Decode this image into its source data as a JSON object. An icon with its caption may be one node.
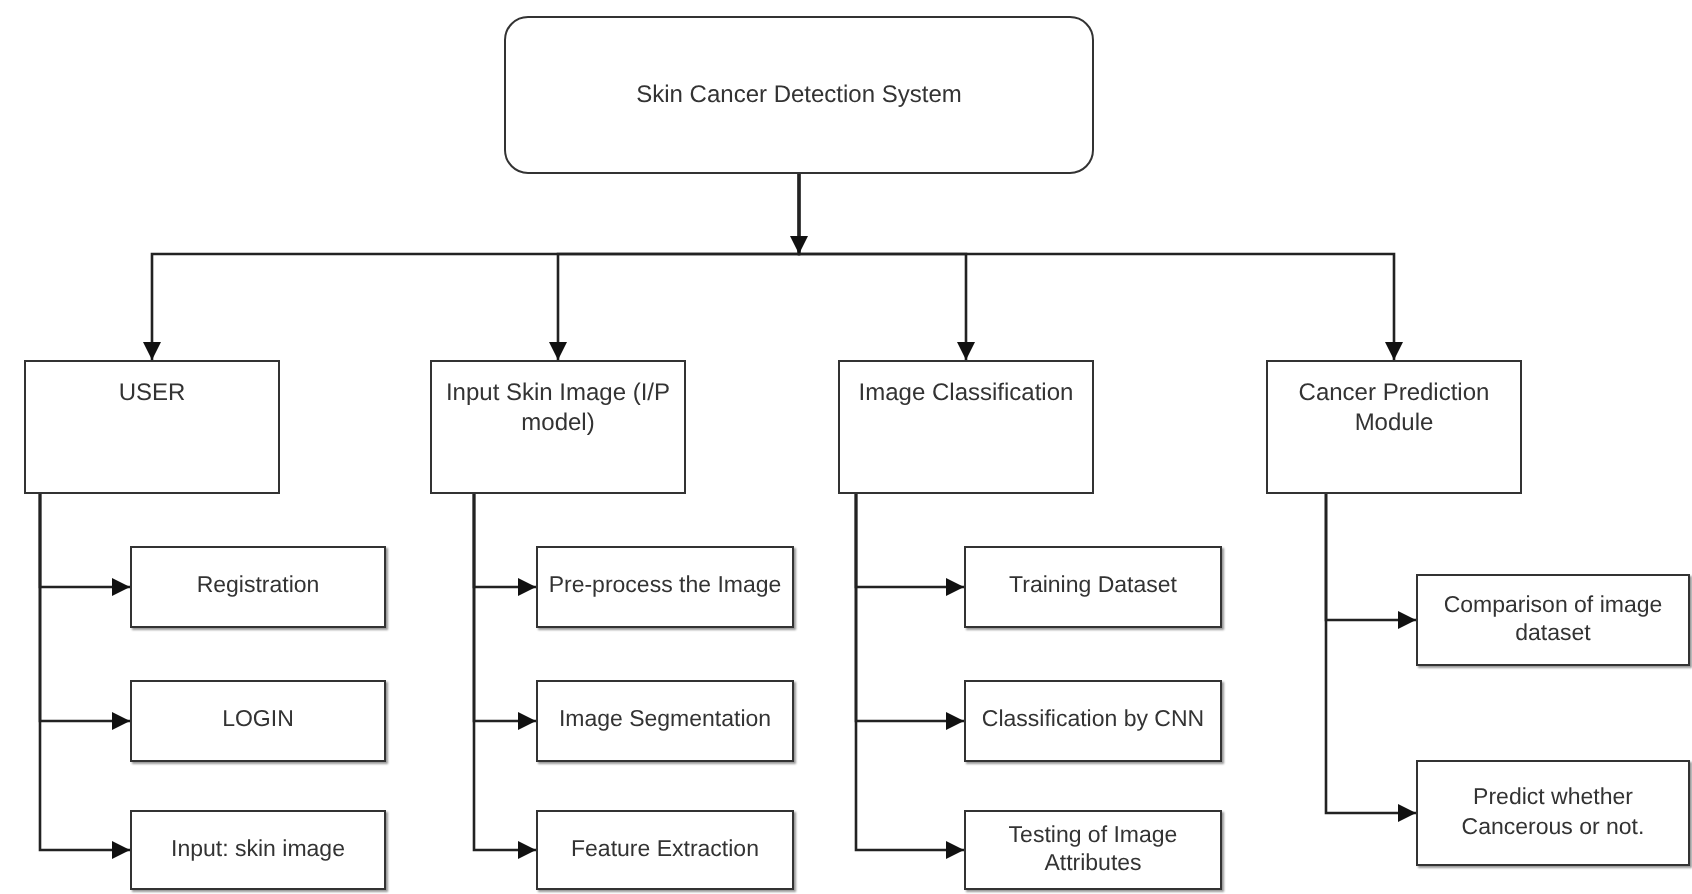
{
  "diagram": {
    "nodes": [
      {
        "text": [
          "Skin Cancer Detection System"
        ]
      },
      {
        "text": [
          "USER"
        ]
      },
      {
        "text": [
          "Input Skin Image (I/P model)"
        ]
      },
      {
        "text": [
          "Image Classification"
        ]
      },
      {
        "text": [
          "Cancer Prediction Module"
        ]
      },
      {
        "text": [
          "Registration"
        ]
      },
      {
        "text": [
          "LOGIN"
        ]
      },
      {
        "text": [
          "Input: skin image"
        ]
      },
      {
        "text": [
          "Pre-process the Image"
        ]
      },
      {
        "text": [
          "Image Segmentation"
        ]
      },
      {
        "text": [
          "Feature Extraction"
        ]
      },
      {
        "text": [
          "Training Dataset"
        ]
      },
      {
        "text": [
          "Classification by CNN"
        ]
      },
      {
        "text": [
          "Testing of Image Attributes"
        ]
      },
      {
        "text": [
          "Comparison of image dataset"
        ]
      },
      {
        "text": [
          "Predict whether Cancerous or not."
        ]
      }
    ],
    "edges": [
      {
        "from": 0,
        "to": 1,
        "arrow": "to"
      },
      {
        "from": 0,
        "to": 2,
        "arrow": "to"
      },
      {
        "from": 0,
        "to": 3,
        "arrow": "to"
      },
      {
        "from": 0,
        "to": 4,
        "arrow": "to"
      },
      {
        "from": 1,
        "to": 5,
        "arrow": "to"
      },
      {
        "from": 1,
        "to": 6,
        "arrow": "to"
      },
      {
        "from": 1,
        "to": 7,
        "arrow": "to"
      },
      {
        "from": 2,
        "to": 8,
        "arrow": "to"
      },
      {
        "from": 2,
        "to": 9,
        "arrow": "to"
      },
      {
        "from": 2,
        "to": 10,
        "arrow": "to"
      },
      {
        "from": 3,
        "to": 11,
        "arrow": "to"
      },
      {
        "from": 3,
        "to": 12,
        "arrow": "to"
      },
      {
        "from": 3,
        "to": 13,
        "arrow": "to"
      },
      {
        "from": 4,
        "to": 14,
        "arrow": "to"
      },
      {
        "from": 4,
        "to": 15,
        "arrow": "to"
      }
    ]
  }
}
